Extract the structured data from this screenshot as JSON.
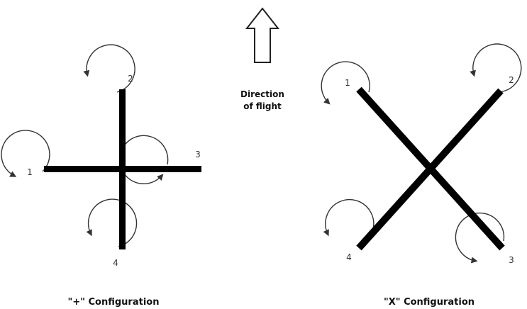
{
  "direction": {
    "line1": "Direction",
    "line2": "of flight"
  },
  "plus_config": {
    "caption": "\"+\" Configuration",
    "motors": [
      {
        "label": "1"
      },
      {
        "label": "2"
      },
      {
        "label": "3"
      },
      {
        "label": "4"
      }
    ]
  },
  "x_config": {
    "caption": "\"X\" Configuration",
    "motors": [
      {
        "label": "1"
      },
      {
        "label": "2"
      },
      {
        "label": "3"
      },
      {
        "label": "4"
      }
    ]
  },
  "colors": {
    "arm": "#000000",
    "rotation_arrow": "#333333",
    "background": "#ffffff"
  }
}
